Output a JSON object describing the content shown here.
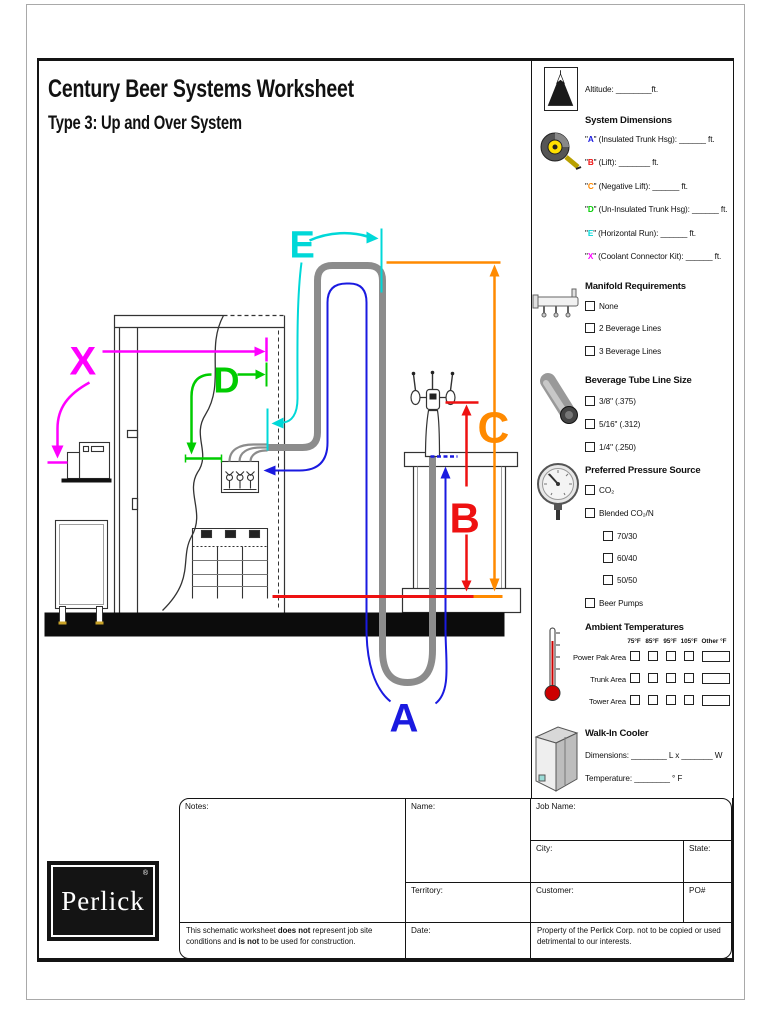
{
  "title": "Century Beer Systems Worksheet",
  "subtitle": "Type 3: Up and Over System",
  "q": "\"",
  "diagram": {
    "labels": {
      "a": "A",
      "b": "B",
      "c": "C",
      "d": "D",
      "e": "E",
      "x": "X"
    },
    "colors": {
      "a_blue": "#1a1ae0",
      "b_red": "#ee1111",
      "c_orange": "#ff8a00",
      "d_green": "#00cc00",
      "e_cyan": "#00d8d8",
      "x_magenta": "#ff00ff",
      "trunk_gray": "#8c8c8c"
    }
  },
  "panel": {
    "altitude": {
      "icon": "mountain-icon",
      "line": "Altitude: ________ft."
    },
    "system_dimensions": {
      "icon": "tape-measure-icon",
      "heading": "System Dimensions",
      "items": [
        {
          "letter": "A",
          "rest": "\" (Insulated Trunk Hsg): ______ ft.",
          "color": "#1a1ae0"
        },
        {
          "letter": "B",
          "rest": "\" (Lift): _______ ft.",
          "color": "#ee1111"
        },
        {
          "letter": "C",
          "rest": "\" (Negative Lift): ______ ft.",
          "color": "#ff8a00"
        },
        {
          "letter": "D",
          "rest": "\" (Un-Insulated Trunk Hsg): ______ ft.",
          "color": "#00cc00"
        },
        {
          "letter": "E",
          "rest": "\" (Horizontal Run): ______ ft.",
          "color": "#00d8d8"
        },
        {
          "letter": "X",
          "rest": "\" (Coolant Connector Kit): ______ ft.",
          "color": "#ff00ff"
        }
      ]
    },
    "manifold": {
      "icon": "manifold-icon",
      "heading": "Manifold Requirements",
      "options": [
        "None",
        "2 Beverage Lines",
        "3 Beverage Lines"
      ]
    },
    "tube": {
      "icon": "beverage-tube-icon",
      "heading": "Beverage Tube Line Size",
      "options": [
        "3/8\" (.375)",
        "5/16\" (.312)",
        "1/4\" (.250)"
      ]
    },
    "pressure": {
      "icon": "pressure-gauge-icon",
      "heading": "Preferred Pressure Source",
      "options": [
        "CO₂",
        "Blended CO₂/N",
        "70/30",
        "60/40",
        "50/50",
        "Beer Pumps"
      ]
    },
    "ambient": {
      "icon": "thermometer-icon",
      "heading": "Ambient Temperatures",
      "columns": [
        "75°F",
        "85°F",
        "95°F",
        "105°F",
        "Other °F"
      ],
      "rows": [
        "Power Pak Area",
        "Trunk Area",
        "Tower Area"
      ]
    },
    "walkin": {
      "icon": "walk-in-cooler-icon",
      "heading": "Walk-In Cooler",
      "line1": "Dimensions: ________ L x _______ W",
      "line2": "Temperature: ________ ° F"
    }
  },
  "form": {
    "notes": "Notes:",
    "name": "Name:",
    "territory": "Territory:",
    "date": "Date:",
    "job_name": "Job Name:",
    "city": "City:",
    "state": "State:",
    "customer": "Customer:",
    "po": "PO#",
    "disclaimer": {
      "p1": "This schematic worksheet ",
      "b1": "does not",
      "p2": " represent job site conditions and ",
      "b2": "is not",
      "p3": " to be used for construction."
    },
    "property": "Property of the Perlick Corp. not to be copied or used detrimental to our interests."
  },
  "logo": {
    "text": "Perlick",
    "registered": "®"
  }
}
